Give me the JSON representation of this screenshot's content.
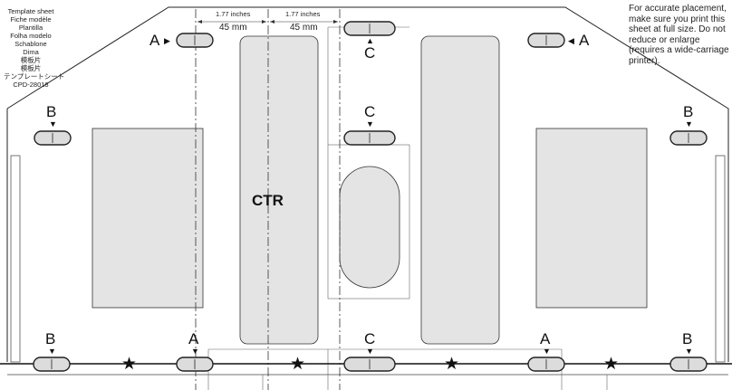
{
  "template": {
    "lines": [
      "Template sheet",
      "Fiche modèle",
      "Plantilla",
      "Folha modelo",
      "Schablone",
      "Dima",
      "模板片",
      "模板片",
      "テンプレートシート",
      "CPD-28018"
    ]
  },
  "note": "For accurate placement, make sure you print this sheet at full size. Do not reduce or enlarge (requires a wide-carriage printer).",
  "measurements": {
    "left_inches": "1.77 inches",
    "left_mm": "45 mm",
    "right_inches": "1.77 inches",
    "right_mm": "45 mm"
  },
  "center_label": "CTR",
  "slot_labels": {
    "a_top_left": "A",
    "a_top_right": "A",
    "c_top": "C",
    "b_mid_left": "B",
    "b_mid_right": "B",
    "c_mid": "C",
    "b_bottom_left": "B",
    "a_bottom_left": "A",
    "c_bottom": "C",
    "a_bottom_right": "A",
    "b_bottom_right": "B"
  },
  "star_glyph": "★",
  "arrow_glyphs": {
    "right": "▶",
    "left": "◀",
    "down": "▼",
    "up": "▲"
  },
  "colors": {
    "cutout_fill": "#e4e4e4",
    "outline": "#222222",
    "slot_fill": "#dcdcdc"
  }
}
